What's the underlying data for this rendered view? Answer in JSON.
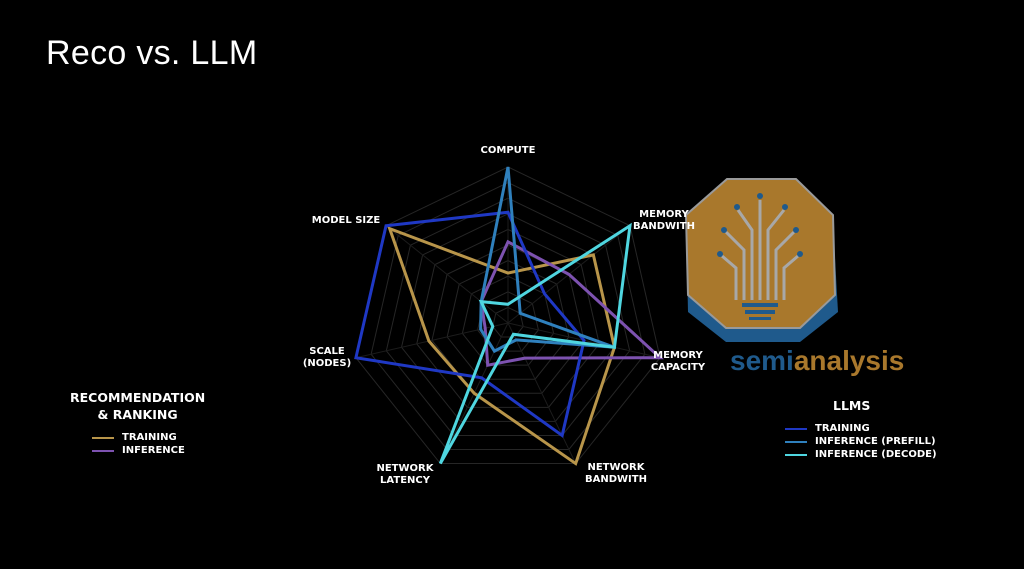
{
  "title": "Reco vs. LLM",
  "logo": {
    "text_a": "semi",
    "text_b": "analysis",
    "color_a": "#1f5a8c",
    "color_b": "#a9782c",
    "fill": "#a9782c"
  },
  "legends": {
    "reco": {
      "title_1": "RECOMMENDATION",
      "title_2": "& RANKING",
      "items": [
        "TRAINING",
        "INFERENCE"
      ]
    },
    "llm": {
      "title": "LLMS",
      "items": [
        "TRAINING",
        "INFERENCE (PREFILL)",
        "INFERENCE (DECODE)"
      ]
    }
  },
  "chart_data": {
    "type": "radar",
    "title": "Reco vs. LLM",
    "axes": [
      {
        "label_1": "COMPUTE",
        "label_2": ""
      },
      {
        "label_1": "MEMORY",
        "label_2": "BANDWITH"
      },
      {
        "label_1": "MEMORY",
        "label_2": "CAPACITY"
      },
      {
        "label_1": "NETWORK",
        "label_2": "BANDWITH"
      },
      {
        "label_1": "NETWORK",
        "label_2": "LATENCY"
      },
      {
        "label_1": "SCALE",
        "label_2": "(NODES)"
      },
      {
        "label_1": "MODEL SIZE",
        "label_2": ""
      }
    ],
    "range": [
      0,
      1
    ],
    "grid_levels": 10,
    "series": [
      {
        "name": "Reco Training",
        "color": "#b8954a",
        "values": [
          0.32,
          0.7,
          0.7,
          1.0,
          0.5,
          0.52,
          0.97
        ]
      },
      {
        "name": "Reco Inference",
        "color": "#7d52b0",
        "values": [
          0.52,
          0.5,
          1.0,
          0.25,
          0.3,
          0.15,
          0.22
        ]
      },
      {
        "name": "LLM Training",
        "color": "#1f38c4",
        "values": [
          0.71,
          0.3,
          0.5,
          0.8,
          0.39,
          1.0,
          1.0
        ]
      },
      {
        "name": "LLM Inference (Prefill)",
        "color": "#2f80bd",
        "values": [
          1.0,
          0.1,
          0.7,
          0.12,
          0.2,
          0.18,
          0.22
        ]
      },
      {
        "name": "LLM Inference (Decode)",
        "color": "#4fd6e0",
        "values": [
          0.12,
          1.0,
          0.7,
          0.08,
          1.0,
          0.1,
          0.22
        ]
      }
    ]
  }
}
